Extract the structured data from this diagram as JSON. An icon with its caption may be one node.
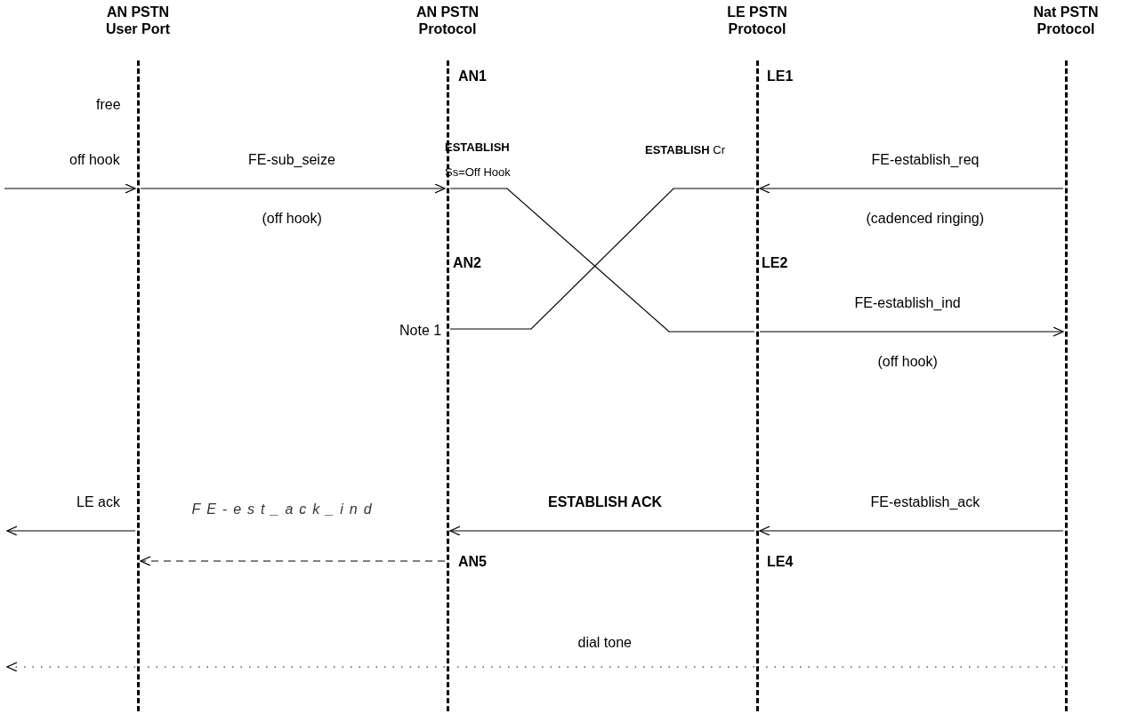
{
  "diagram": {
    "nodes": [
      {
        "text": [
          "AN PSTN User Port"
        ]
      },
      {
        "text": [
          "AN PSTN Protocol"
        ]
      },
      {
        "text": [
          "LE PSTN Protocol"
        ]
      },
      {
        "text": [
          "Nat PSTN Protocol"
        ]
      }
    ],
    "edges": [
      {
        "from": null,
        "to": 0,
        "arrow": "to",
        "label": "off hook"
      },
      {
        "from": 0,
        "to": 1,
        "arrow": "to",
        "label": "FE-sub_seize"
      },
      {
        "from": 1,
        "to": 2,
        "arrow": "none",
        "label": "**ESTABLISH** Ss=Off Hook"
      },
      {
        "from": 3,
        "to": 2,
        "arrow": "to",
        "label": "FE-establish_req"
      },
      {
        "from": 2,
        "to": 1,
        "arrow": "none",
        "label": "**ESTABLISH** Cr"
      },
      {
        "from": 2,
        "to": 3,
        "arrow": "to",
        "label": "FE-establish_ind"
      },
      {
        "from": 3,
        "to": 2,
        "arrow": "to",
        "label": "FE-establish_ack"
      },
      {
        "from": 2,
        "to": 1,
        "arrow": "to",
        "label": "ESTABLISH ACK"
      },
      {
        "from": 1,
        "to": 0,
        "arrow": "to",
        "label": "FE-est_ack_ind",
        "style": "dashed"
      },
      {
        "from": 0,
        "to": null,
        "arrow": "to",
        "label": "LE ack"
      },
      {
        "from": 3,
        "to": 2,
        "arrow": "none",
        "style": "dashed"
      },
      {
        "from": 2,
        "to": 1,
        "arrow": "none",
        "label": "dial tone",
        "style": "dashed"
      },
      {
        "from": 1,
        "to": 0,
        "arrow": "none",
        "style": "dashed"
      },
      {
        "from": 0,
        "to": null,
        "arrow": "to",
        "style": "dashed"
      }
    ],
    "labels": [
      "AN1",
      "LE1",
      "free",
      "(off hook)",
      "(cadenced ringing)",
      "AN2",
      "LE2",
      "Note 1",
      "(off hook)",
      "AN5",
      "LE4"
    ]
  }
}
